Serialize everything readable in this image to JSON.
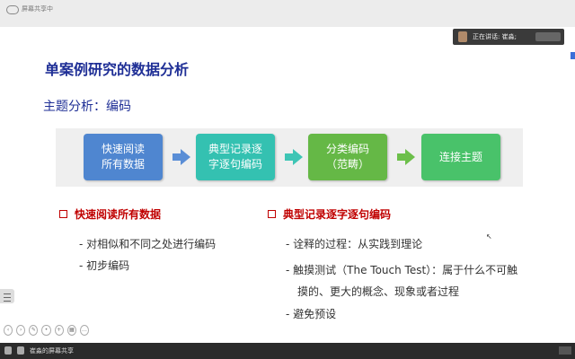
{
  "topbar": {
    "status": "屏幕共享中"
  },
  "speaker": {
    "text": "正在讲话: 崔淼;"
  },
  "slide": {
    "title": "单案例研究的数据分析",
    "subtitle": "主题分析：编码",
    "flow": [
      {
        "label": "快速阅读\n所有数据",
        "color": "#4f86d0"
      },
      {
        "label": "典型记录逐\n字逐句编码",
        "color": "#34c1b1"
      },
      {
        "label": "分类编码\n（范畴）",
        "color": "#65b846"
      },
      {
        "label": "连接主题",
        "color": "#49c26a"
      }
    ],
    "left": {
      "heading": "快速阅读所有数据",
      "items": [
        "- 对相似和不同之处进行编码",
        "- 初步编码"
      ]
    },
    "right": {
      "heading": "典型记录逐字逐句编码",
      "items": [
        "- 诠释的过程：从实践到理论",
        "- 触摸测试（The Touch Test）：属于什么不可触",
        "摸的、更大的概念、现象或者过程",
        "- 避免预设"
      ]
    }
  },
  "statusbar": {
    "text": "崔淼的屏幕共享"
  },
  "icons": {
    "topbar": "cloud-icon",
    "side": "menu-icon",
    "tools": [
      "previous-icon",
      "next-icon",
      "pen-icon",
      "laser-icon",
      "zoom-icon",
      "grid-icon",
      "more-icon"
    ]
  }
}
